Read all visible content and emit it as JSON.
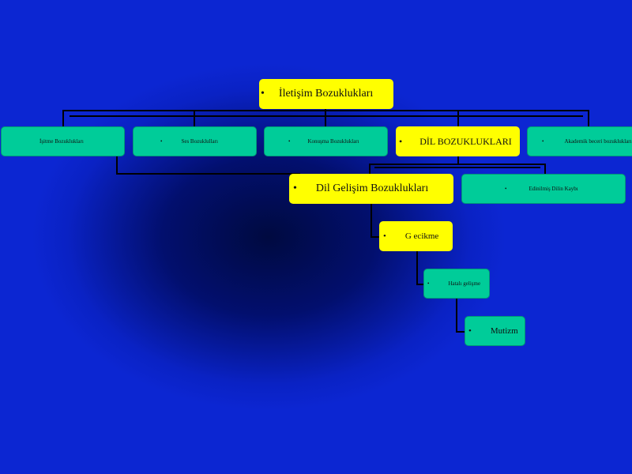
{
  "bullet": "•",
  "colors": {
    "background": "#0c26d2",
    "background_center": "#000a40",
    "highlight_node": "#ffff00",
    "standard_node": "#00cc99",
    "connector": "#000000"
  },
  "nodes": {
    "root": "İletişim Bozuklukları",
    "isitme": "İşitme Bozuklukları",
    "ses": "Ses Bozuklulları",
    "konusma": "Konuşma Bozuklukları",
    "dil": "DİL BOZUKLUKLARI",
    "akademik": "Akademik beceri bozuklukları",
    "dil_gelisim": "Dil Gelişim Bozuklukları",
    "edinilmis": "Edinilmiş Dilin Kaybı",
    "gecikme": "G ecikme",
    "hatali": "Hatalı gelişme",
    "mutizm": "Mutizm"
  }
}
